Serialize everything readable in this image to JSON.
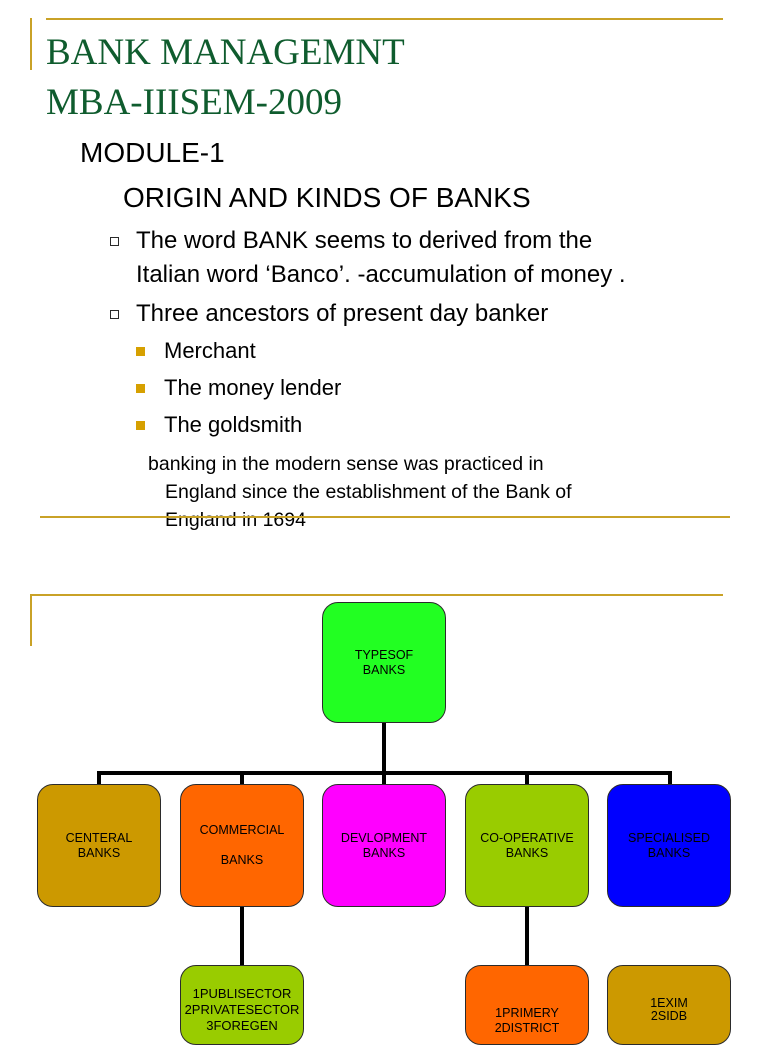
{
  "colors": {
    "title": "#0f5c2e",
    "rule": "#c9a227",
    "bullet_fill": "#d6a000",
    "box_types": "#22ff22",
    "box_central": "#cc9900",
    "box_commercial": "#ff6600",
    "box_development": "#ff00ff",
    "box_cooperative": "#99cc00",
    "box_specialised": "#0000ff",
    "box_commercial_sub": "#99cc00",
    "box_cooperative_sub": "#ff6600",
    "box_specialised_sub": "#cc9900"
  },
  "slide1": {
    "title_line1": "BANK MANAGEMNT",
    "title_line2": "MBA-IIISEM-2009",
    "module": "MODULE-1",
    "heading": "ORIGIN AND KINDS OF BANKS",
    "bullets": [
      {
        "icon": "hollow-square-bullet-icon",
        "line1": "The word BANK seems to  derived  from the",
        "line2": "Italian word ‘Banco’. -accumulation  of money ."
      },
      {
        "icon": "hollow-square-bullet-icon",
        "line1": "Three ancestors of present day banker"
      }
    ],
    "sub_bullets": [
      "Merchant",
      "The money lender",
      "The goldsmith"
    ],
    "paragraph": [
      "banking in the modern sense was practiced in",
      "England since the establishment of the Bank of",
      "England in 1694"
    ]
  },
  "slide2": {
    "root": [
      "TYPESOF",
      "BANKS"
    ],
    "children": [
      [
        "CENTERAL",
        "BANKS"
      ],
      [
        "COMMERCIAL",
        "",
        "BANKS"
      ],
      [
        "DEVLOPMENT",
        "BANKS"
      ],
      [
        "CO-OPERATIVE",
        "BANKS"
      ],
      [
        "SPECIALISED",
        "BANKS"
      ]
    ],
    "commercial_sub": [
      "1PUBLISECTOR",
      "2PRIVATESECTOR",
      "3FOREGEN"
    ],
    "cooperative_sub": [
      "1PRIMERY",
      "2DISTRICT"
    ],
    "specialised_sub": [
      "1EXIM",
      "2SIDB"
    ]
  }
}
